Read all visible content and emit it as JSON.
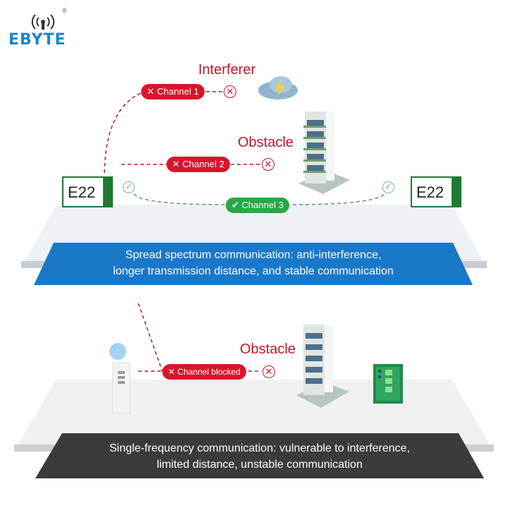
{
  "logo": {
    "brand": "EBYTE",
    "registered": "®",
    "icon": "antenna-signal-icon"
  },
  "top_diagram": {
    "interferer_label": "Interferer",
    "obstacle_label": "Obstacle",
    "channels": [
      {
        "label": "Channel 1",
        "status": "blocked",
        "mark": "✕"
      },
      {
        "label": "Channel 2",
        "status": "blocked",
        "mark": "✕"
      },
      {
        "label": "Channel 3",
        "status": "ok",
        "mark": "✔"
      }
    ],
    "left_module": "E22",
    "right_module": "E22",
    "banner": [
      "Spread spectrum communication: anti-interference,",
      "longer transmission distance, and stable communication"
    ],
    "banner_color": "#1a78c8"
  },
  "bottom_diagram": {
    "obstacle_label": "Obstacle",
    "channel": {
      "label": "Channel blocked",
      "mark": "✕"
    },
    "banner": [
      "Single-frequency communication: vulnerable to interference,",
      "limited distance, unstable communication"
    ],
    "banner_color": "#3b3b3b"
  },
  "colors": {
    "red": "#d9142b",
    "green": "#29a745",
    "module_green": "#1e7a34"
  }
}
